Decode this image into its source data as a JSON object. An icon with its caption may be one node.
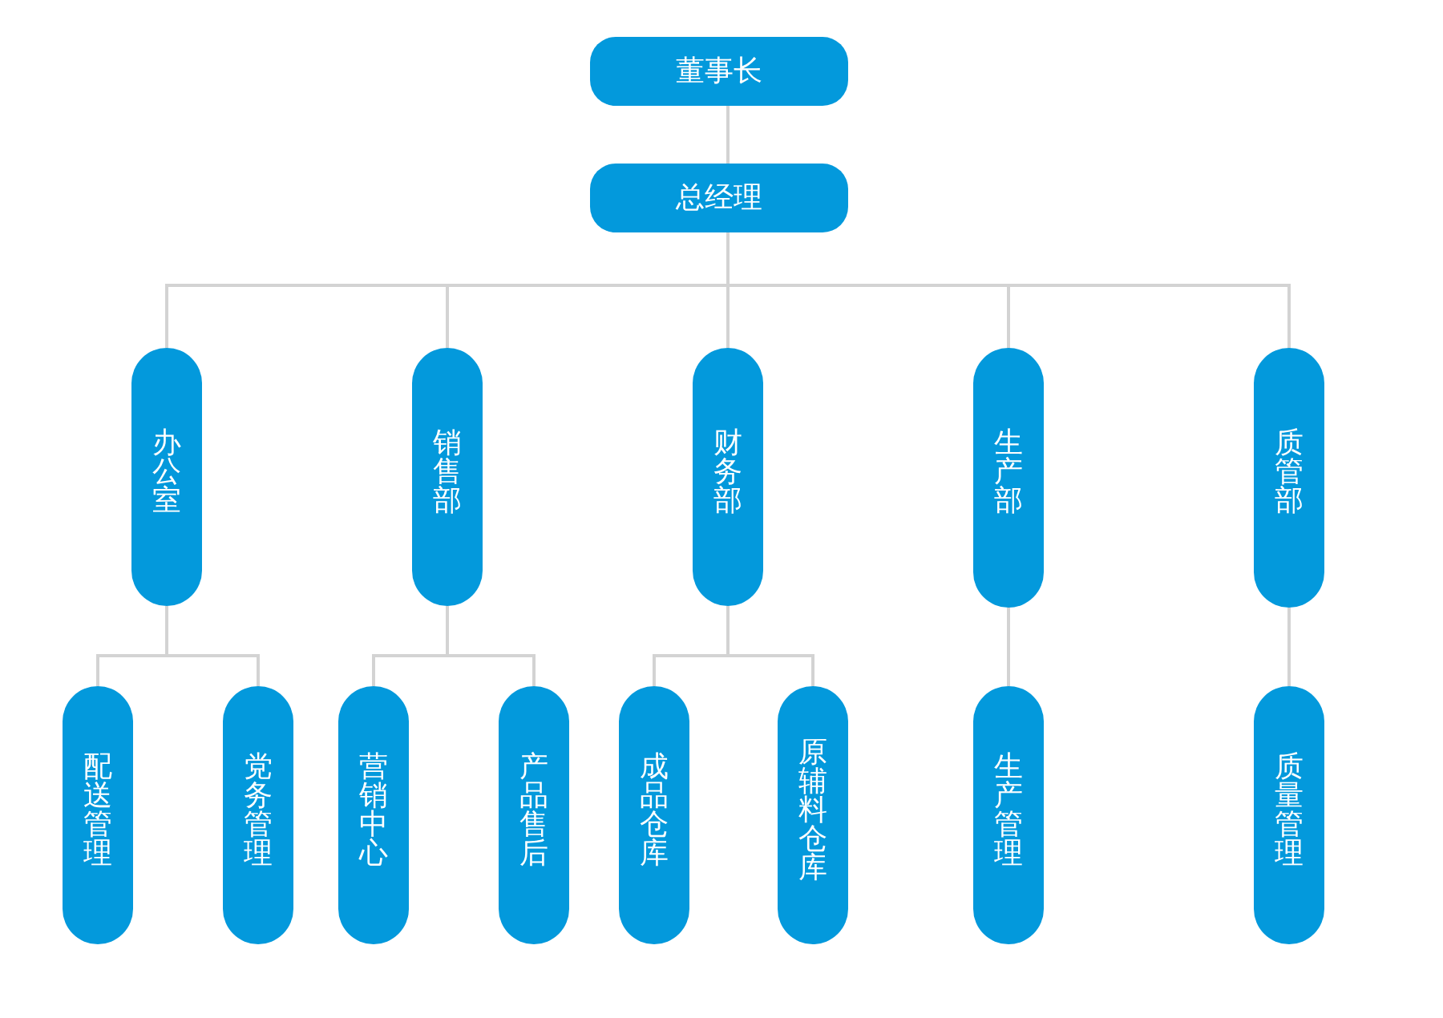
{
  "diagram": {
    "nodes": [
      {
        "text": [
          "董事长"
        ]
      },
      {
        "text": [
          "总经理"
        ]
      },
      {
        "text": [
          "办公室"
        ]
      },
      {
        "text": [
          "销售部"
        ]
      },
      {
        "text": [
          "财务部"
        ]
      },
      {
        "text": [
          "生产部"
        ]
      },
      {
        "text": [
          "质管部"
        ]
      },
      {
        "text": [
          "配送管理"
        ]
      },
      {
        "text": [
          "党务管理"
        ]
      },
      {
        "text": [
          "营销中心"
        ]
      },
      {
        "text": [
          "产品售后"
        ]
      },
      {
        "text": [
          "成品仓库"
        ]
      },
      {
        "text": [
          "原辅料仓库"
        ]
      },
      {
        "text": [
          "生产管理"
        ]
      },
      {
        "text": [
          "质量管理"
        ]
      }
    ],
    "edges": [
      {
        "from": 0,
        "to": 1,
        "arrow": "none"
      },
      {
        "from": 1,
        "to": 2,
        "arrow": "none"
      },
      {
        "from": 1,
        "to": 3,
        "arrow": "none"
      },
      {
        "from": 1,
        "to": 4,
        "arrow": "none"
      },
      {
        "from": 1,
        "to": 5,
        "arrow": "none"
      },
      {
        "from": 1,
        "to": 6,
        "arrow": "none"
      },
      {
        "from": 2,
        "to": 7,
        "arrow": "none"
      },
      {
        "from": 2,
        "to": 8,
        "arrow": "none"
      },
      {
        "from": 3,
        "to": 9,
        "arrow": "none"
      },
      {
        "from": 3,
        "to": 10,
        "arrow": "none"
      },
      {
        "from": 4,
        "to": 11,
        "arrow": "none"
      },
      {
        "from": 4,
        "to": 12,
        "arrow": "none"
      },
      {
        "from": 5,
        "to": 13,
        "arrow": "none"
      },
      {
        "from": 6,
        "to": 14,
        "arrow": "none"
      }
    ]
  }
}
